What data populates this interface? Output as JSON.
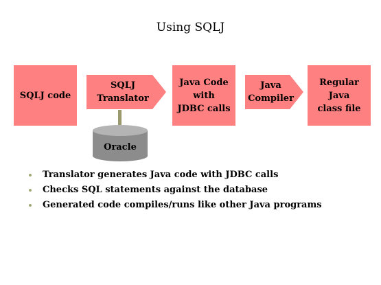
{
  "title": "Using SQLJ",
  "boxes": [
    {
      "label": "SQLJ code"
    },
    {
      "label": "SQLJ\nTranslator"
    },
    {
      "label": "Java Code\nwith\nJDBC calls"
    },
    {
      "label": "Java\nCompiler"
    },
    {
      "label": "Regular\nJava\nclass file"
    }
  ],
  "database": {
    "label": "Oracle"
  },
  "bullets": [
    "Translator generates Java code with JDBC calls",
    "Checks SQL statements against the database",
    "Generated code compiles/runs like other Java programs"
  ],
  "colors": {
    "box_fill": "#ff8080",
    "cylinder_fill": "#8c8c8c",
    "cylinder_top": "#b4b4b4",
    "connector": "#9a9a6e",
    "bullet": "#a0a876"
  }
}
